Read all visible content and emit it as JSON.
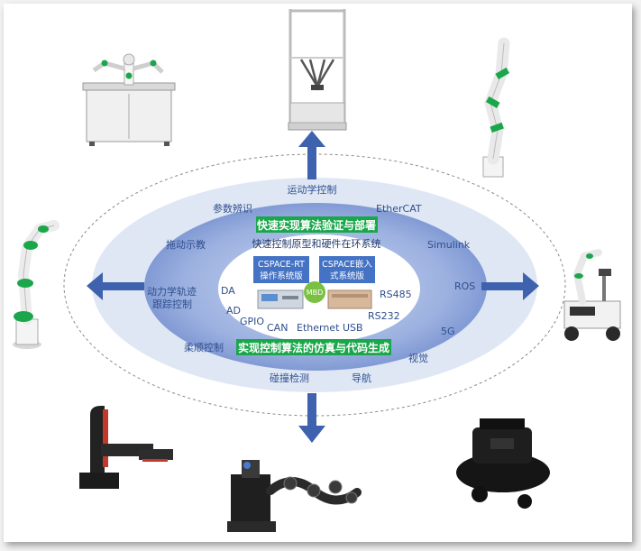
{
  "green_boxes": {
    "top": "快速实现算法验证与部署",
    "bottom": "实现控制算法的仿真与代码生成"
  },
  "subtitle": "快速控制原型和硬件在环系统",
  "inner_boxes": {
    "left_line1": "CSPACE-RT",
    "left_line2": "操作系统版",
    "right_line1": "CSPACE嵌入",
    "right_line2": "式系统版"
  },
  "center_badge": "MBD",
  "ring_labels": {
    "top": "运动学控制",
    "param": "参数辨识",
    "ethercat": "EtherCAT",
    "drag": "拖动示教",
    "simulink": "Simulink",
    "dyn1": "动力学轨迹",
    "dyn2": "跟踪控制",
    "ros": "ROS",
    "fiveg": "5G",
    "compliance": "柔顺控制",
    "vision": "视觉",
    "collision": "碰撞检测",
    "nav": "导航"
  },
  "inner_labels": {
    "da": "DA",
    "ad": "AD",
    "gpio": "GPIO",
    "can": "CAN",
    "ethernet": "Ethernet",
    "usb": "USB",
    "rs485": "RS485",
    "rs232": "RS232"
  },
  "colors": {
    "outer_ring": "#dfe7f5",
    "mid_ring": "#7b98d6",
    "core": "#ffffff",
    "green": "#1aa64a",
    "box_blue": "#4472c4",
    "arrow": "#3f62ae",
    "badge": "#7ac142"
  },
  "icons": [
    "robot-arm-table-icon",
    "parallel-robot-icon",
    "cobot-arm-icon",
    "desktop-arm-icon",
    "mobile-manipulator-icon",
    "scara-arm-icon",
    "snake-arm-icon",
    "rover-robot-icon"
  ]
}
